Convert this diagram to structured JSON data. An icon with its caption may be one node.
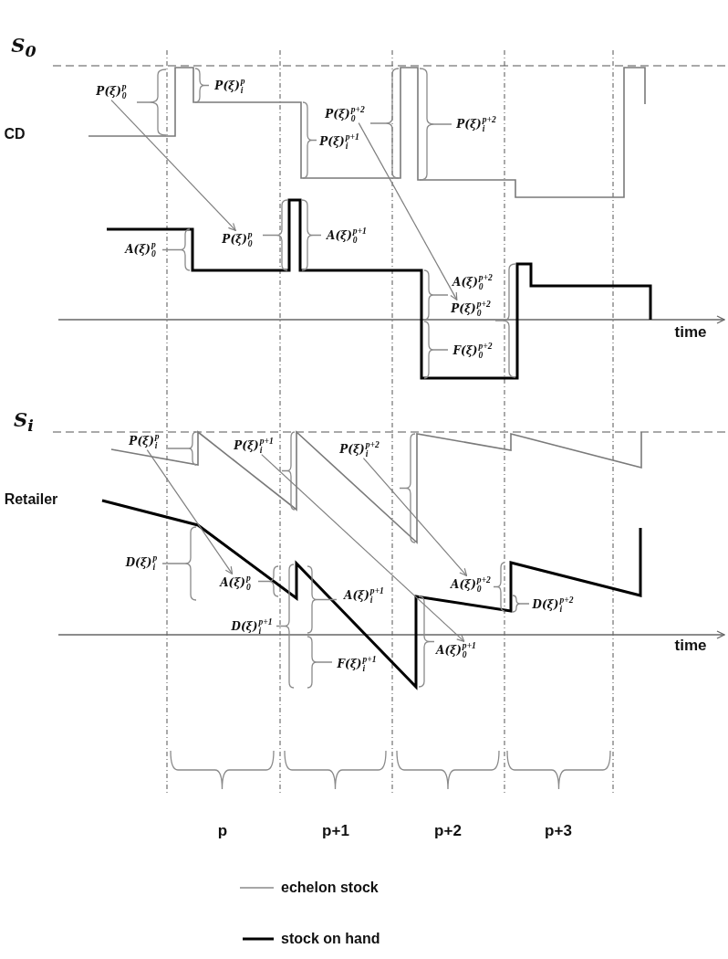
{
  "diagram": {
    "nodes": [
      {
        "text": [
          "P(ξ)$_{0}$$^{p}$"
        ]
      },
      {
        "text": [
          "P(ξ)$_{0}$$^{p+2}$"
        ]
      },
      {
        "text": [
          "P(ξ)$_{0}$$^{p}$"
        ]
      },
      {
        "text": [
          "P(ξ)$_{0}$$^{p+2}$"
        ]
      },
      {
        "text": [
          "P(ξ)$_{i}$$^{p}$"
        ]
      },
      {
        "text": [
          "P(ξ)$_{i}$$^{p+1}$"
        ]
      },
      {
        "text": [
          "P(ξ)$_{i}$$^{p+2}$"
        ]
      },
      {
        "text": [
          "A(ξ)$_{0}$$^{p}$"
        ]
      },
      {
        "text": [
          "A(ξ)$_{0}$$^{p+2}$"
        ]
      },
      {
        "text": [
          "A(ξ)$_{0}$$^{p+1}$"
        ]
      }
    ],
    "edges": [
      {
        "from": 0,
        "to": 2,
        "arrow": "to"
      },
      {
        "from": 1,
        "to": 3,
        "arrow": "to"
      },
      {
        "from": 4,
        "to": 7,
        "arrow": "to"
      },
      {
        "from": 5,
        "to": 9,
        "arrow": "to"
      },
      {
        "from": 6,
        "to": 8,
        "arrow": "to"
      }
    ],
    "labels": [
      "S$_{0}$",
      "P(ξ)$_{i}$$^{p}$",
      "P(ξ)$_{i}$$^{p+2}$",
      "CD",
      "P(ξ)$_{i}$$^{p+1}$",
      "A(ξ)$_{0}$$^{p+1}$",
      "A(ξ)$_{0}$$^{p}$",
      "A(ξ)$_{0}$$^{p+2}$",
      "time",
      "F(ξ)$_{0}$$^{p+2}$",
      "S$_{i}$",
      "Retailer",
      "D(ξ)$_{i}$$^{p}$",
      "A(ξ)$_{i}$$^{p+1}$",
      "D(ξ)$_{i}$$^{p+2}$",
      "D(ξ)$_{i}$$^{p+1}$",
      "time",
      "F(ξ)$_{i}$$^{p+1}$",
      "p",
      "p+1",
      "p+2",
      "p+3"
    ],
    "legend": [
      {
        "text": "echelon stock"
      },
      {
        "text": "stock on hand"
      }
    ]
  }
}
